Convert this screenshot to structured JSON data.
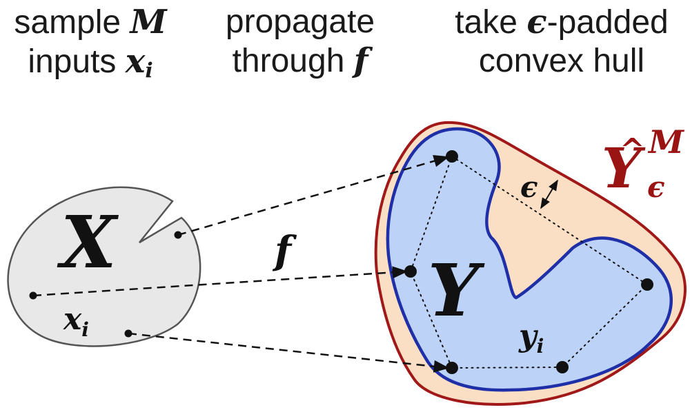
{
  "captions": {
    "col1": {
      "line1": "sample",
      "line1_math": "M",
      "line2": "inputs",
      "line2_math": "x",
      "line2_sub": "i"
    },
    "col2": {
      "line1": "propagate",
      "line2": "through",
      "line2_math": "f"
    },
    "col3": {
      "line1_pre": "take",
      "line1_math": "ϵ",
      "line1_post": "-padded",
      "line2": "convex hull"
    }
  },
  "labels": {
    "input_set": "X",
    "input_point": "x",
    "input_point_sub": "i",
    "mapping": "f",
    "output_set": "Y",
    "output_point": "y",
    "output_point_sub": "i",
    "epsilon": "ϵ",
    "hull_symbol": "Y",
    "hull_hat": "^",
    "hull_superscript": "M",
    "hull_subscript": "ϵ"
  },
  "colors": {
    "input_fill": "#e8e8e8",
    "input_stroke": "#555555",
    "output_fill": "#bcd2f7",
    "output_stroke": "#1f2fa8",
    "hull_fill": "#fadfc5",
    "hull_stroke": "#a01818",
    "hull_label": "#9a1414",
    "ink": "#111111"
  }
}
